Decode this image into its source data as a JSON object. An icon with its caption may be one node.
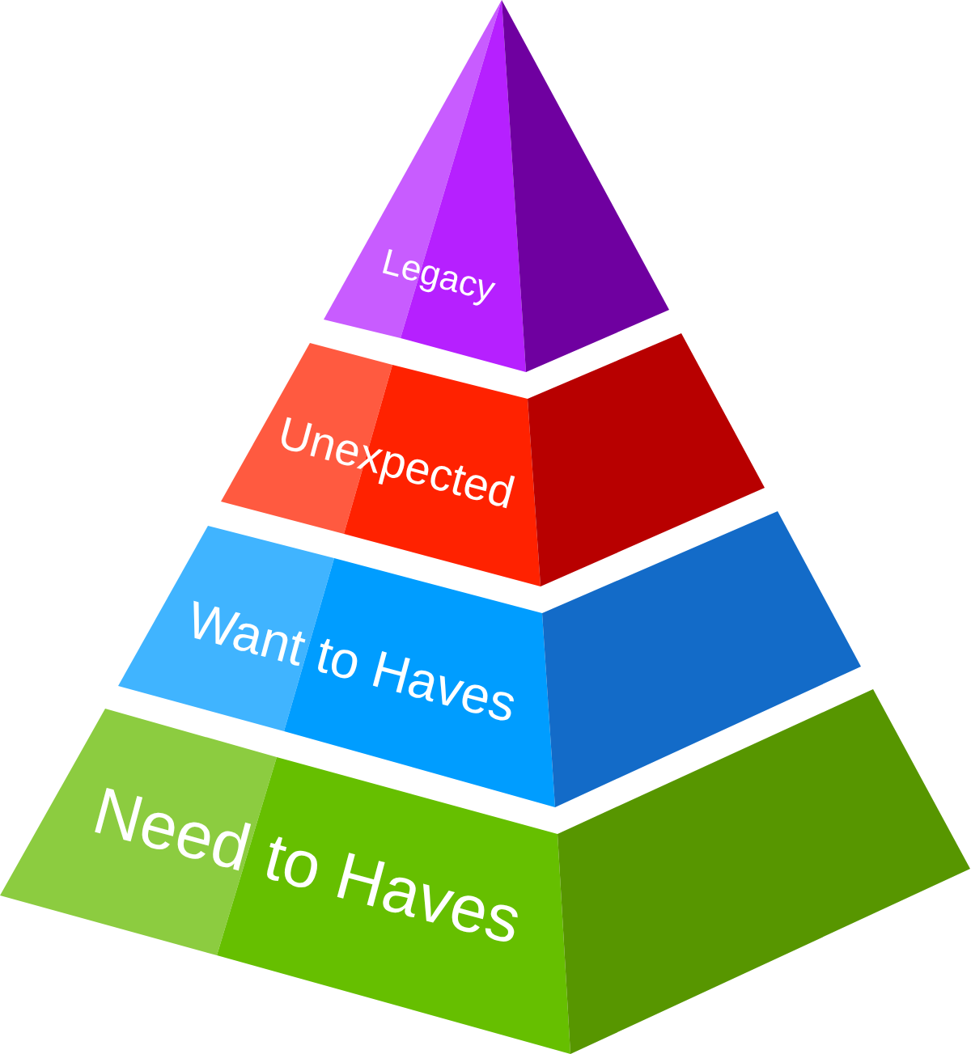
{
  "diagram": {
    "nodes": [
      {
        "text": [
          "Legacy"
        ]
      },
      {
        "text": [
          "Unexpected"
        ]
      },
      {
        "text": [
          "Want to Haves"
        ]
      },
      {
        "text": [
          "Need to Haves"
        ]
      }
    ]
  }
}
